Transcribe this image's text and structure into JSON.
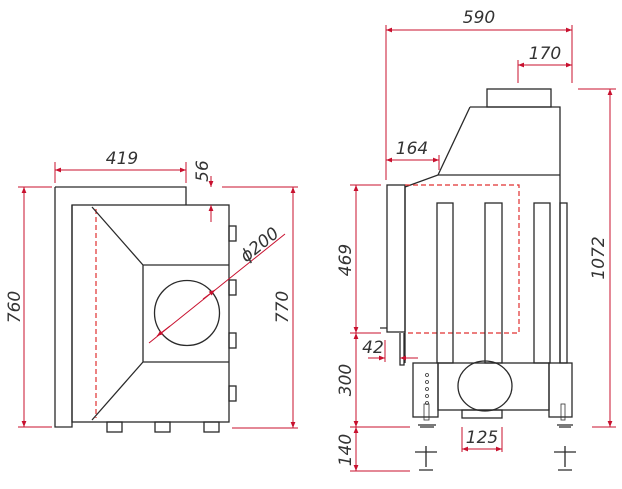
{
  "dimensions": {
    "top_view": {
      "width": "419",
      "offset": "56",
      "depth_left": "760",
      "depth_right": "770",
      "flue_diameter": "ϕ200"
    },
    "side_view": {
      "total_width": "590",
      "flue_offset": "170",
      "hood_offset": "164",
      "total_height": "1072",
      "glass_height": "469",
      "door_offset": "42",
      "base_height": "300",
      "feet_height": "140",
      "air_inlet": "125"
    }
  },
  "colors": {
    "dimension": "#c8102e",
    "outline": "#2a2a2a"
  }
}
